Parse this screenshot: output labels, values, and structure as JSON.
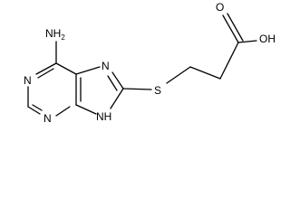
{
  "molecule": {
    "labels": {
      "amine": "NH2",
      "n1": "N",
      "n3": "N",
      "n7": "N",
      "nh9": "NH",
      "sulfur": "S",
      "hydroxyl": "OH",
      "carbonyl_o": "O"
    }
  }
}
